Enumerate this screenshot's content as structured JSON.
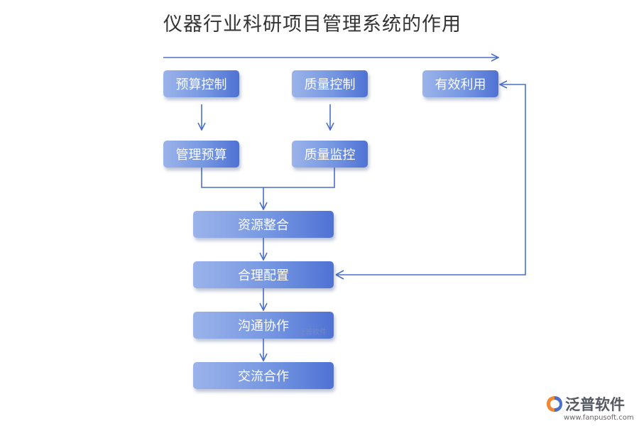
{
  "title": "仪器行业科研项目管理系统的作用",
  "nodes": {
    "budget_control": "预算控制",
    "quality_control": "质量控制",
    "effective_use": "有效利用",
    "budget_management": "管理预算",
    "quality_monitoring": "质量监控",
    "resource_integration": "资源整合",
    "rational_allocation": "合理配置",
    "communication": "沟通协作",
    "exchange": "交流合作"
  },
  "watermark": "泛普软件",
  "logo": {
    "name": "泛普软件",
    "url": "www.fanpusoft.com"
  },
  "colors": {
    "node_light": "#9bb3ea",
    "node_dark": "#4f72d4",
    "connector": "#4a6fc9",
    "logo_orange": "#f0883a",
    "logo_blue": "#4a6fc9"
  }
}
